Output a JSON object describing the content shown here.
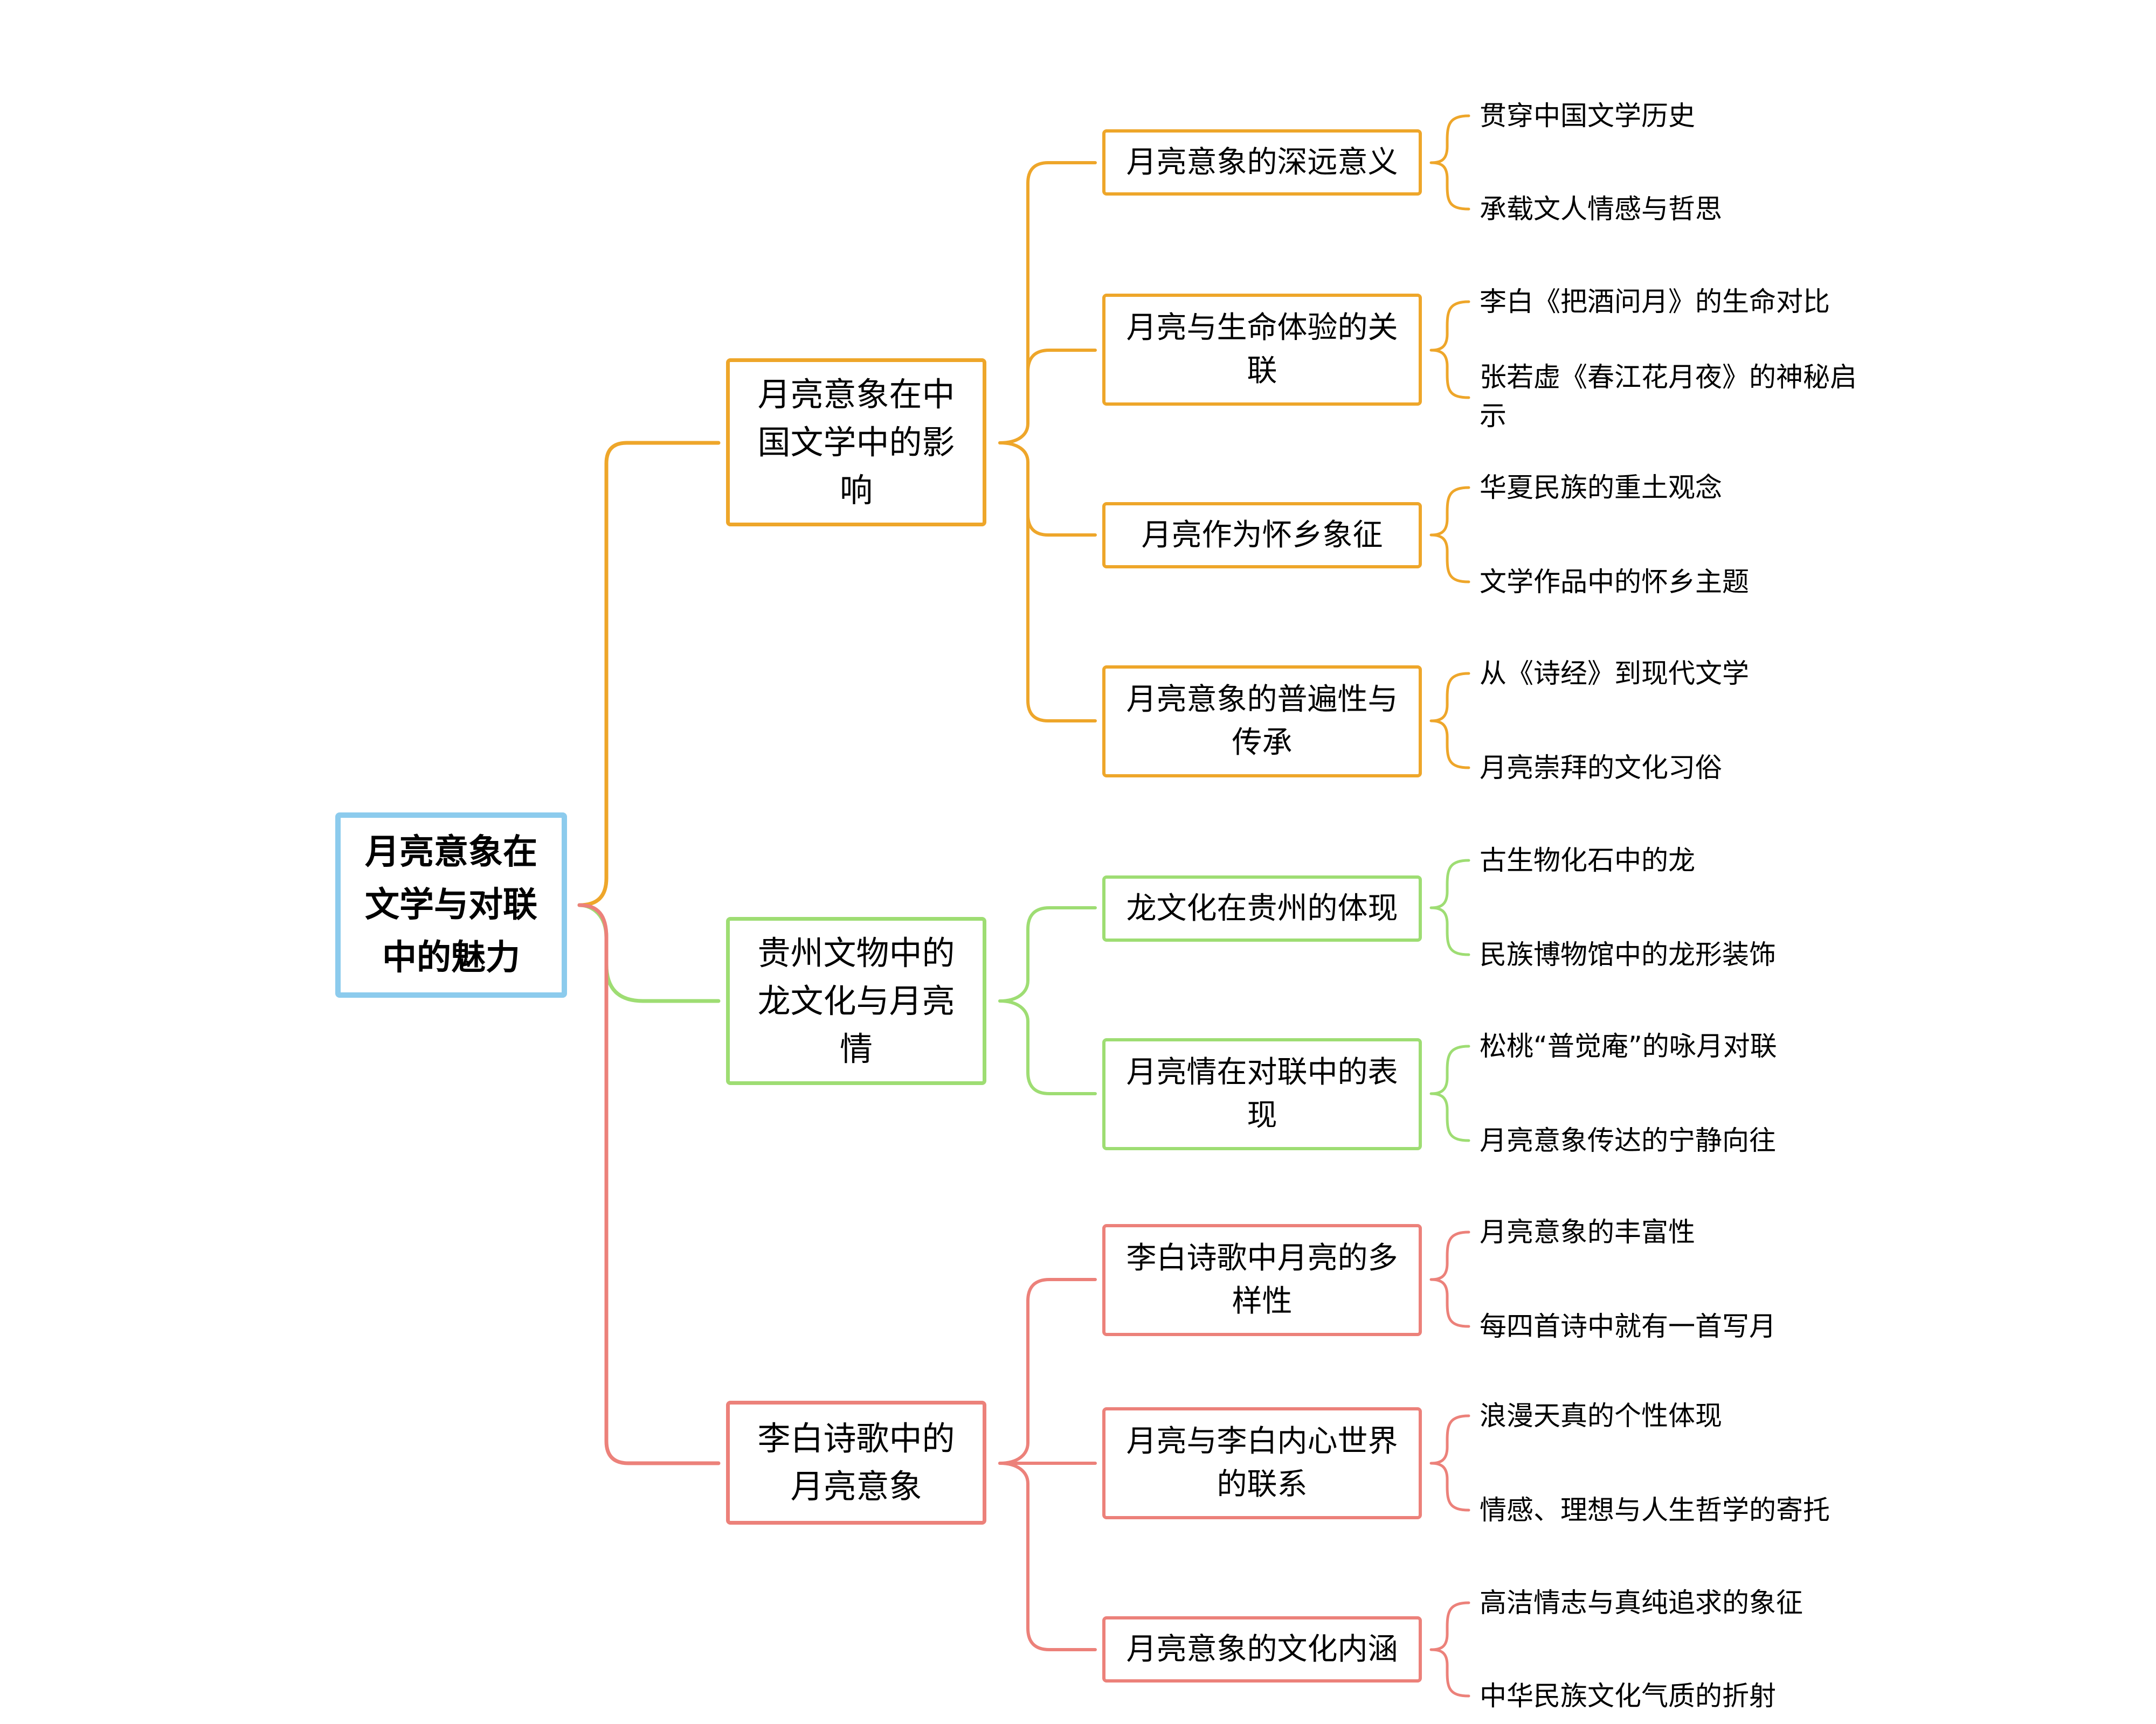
{
  "colors": {
    "root_border": "#8ccbed",
    "branch_1": "#eea62a",
    "branch_2": "#9edd73",
    "branch_3": "#ec817a"
  },
  "root": {
    "label": "月亮意象在文学与对联中的魅力"
  },
  "branches": [
    {
      "label": "月亮意象在中国文学中的影响",
      "children": [
        {
          "label": "月亮意象的深远意义",
          "leaves": [
            "贯穿中国文学历史",
            "承载文人情感与哲思"
          ]
        },
        {
          "label": "月亮与生命体验的关联",
          "leaves": [
            "李白《把酒问月》的生命对比",
            "张若虚《春江花月夜》的神秘启示"
          ]
        },
        {
          "label": "月亮作为怀乡象征",
          "leaves": [
            "华夏民族的重土观念",
            "文学作品中的怀乡主题"
          ]
        },
        {
          "label": "月亮意象的普遍性与传承",
          "leaves": [
            "从《诗经》到现代文学",
            "月亮崇拜的文化习俗"
          ]
        }
      ]
    },
    {
      "label": "贵州文物中的龙文化与月亮情",
      "children": [
        {
          "label": "龙文化在贵州的体现",
          "leaves": [
            "古生物化石中的龙",
            "民族博物馆中的龙形装饰"
          ]
        },
        {
          "label": "月亮情在对联中的表现",
          "leaves": [
            "松桃“普觉庵”的咏月对联",
            "月亮意象传达的宁静向往"
          ]
        }
      ]
    },
    {
      "label": "李白诗歌中的月亮意象",
      "children": [
        {
          "label": "李白诗歌中月亮的多样性",
          "leaves": [
            "月亮意象的丰富性",
            "每四首诗中就有一首写月"
          ]
        },
        {
          "label": "月亮与李白内心世界的联系",
          "leaves": [
            "浪漫天真的个性体现",
            "情感、理想与人生哲学的寄托"
          ]
        },
        {
          "label": "月亮意象的文化内涵",
          "leaves": [
            "高洁情志与真纯追求的象征",
            "中华民族文化气质的折射"
          ]
        }
      ]
    }
  ]
}
